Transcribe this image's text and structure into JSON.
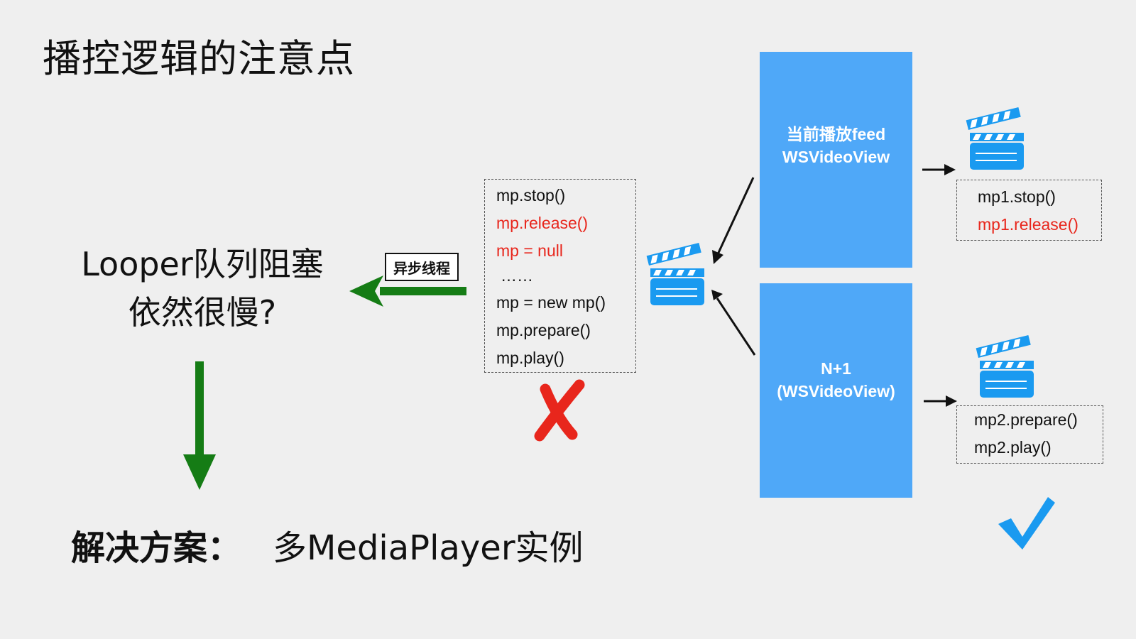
{
  "title": "播控逻辑的注意点",
  "question": {
    "line1": "Looper队列阻塞",
    "line2": "依然很慢?"
  },
  "solution": {
    "label": "解决方案：",
    "value": "多MediaPlayer实例"
  },
  "async_tag": "异步线程",
  "code_block": {
    "lines": [
      {
        "text": "mp.stop()",
        "color": "#111111"
      },
      {
        "text": "mp.release()",
        "color": "#e8261c"
      },
      {
        "text": "mp = null",
        "color": "#e8261c"
      },
      {
        "text": "……",
        "color": "#111111"
      },
      {
        "text": "mp = new mp()",
        "color": "#111111"
      },
      {
        "text": "mp.prepare()",
        "color": "#111111"
      },
      {
        "text": "mp.play()",
        "color": "#111111"
      }
    ],
    "status": "cross"
  },
  "current_feed": {
    "line1": "当前播放feed",
    "line2": "WSVideoView",
    "calls": [
      {
        "text": "mp1.stop()",
        "color": "#111111"
      },
      {
        "text": "mp1.release()",
        "color": "#e8261c"
      }
    ]
  },
  "next_feed": {
    "line1": "N+1",
    "line2": "(WSVideoView)",
    "calls": [
      {
        "text": "mp2.prepare()",
        "color": "#111111"
      },
      {
        "text": "mp2.play()",
        "color": "#111111"
      }
    ],
    "status": "check"
  },
  "colors": {
    "background": "#efefef",
    "box_blue": "#4fa8f8",
    "icon_blue": "#1a9af0",
    "arrow_green": "#157c15",
    "error_red": "#e8261c",
    "check_blue": "#1a9af0"
  }
}
